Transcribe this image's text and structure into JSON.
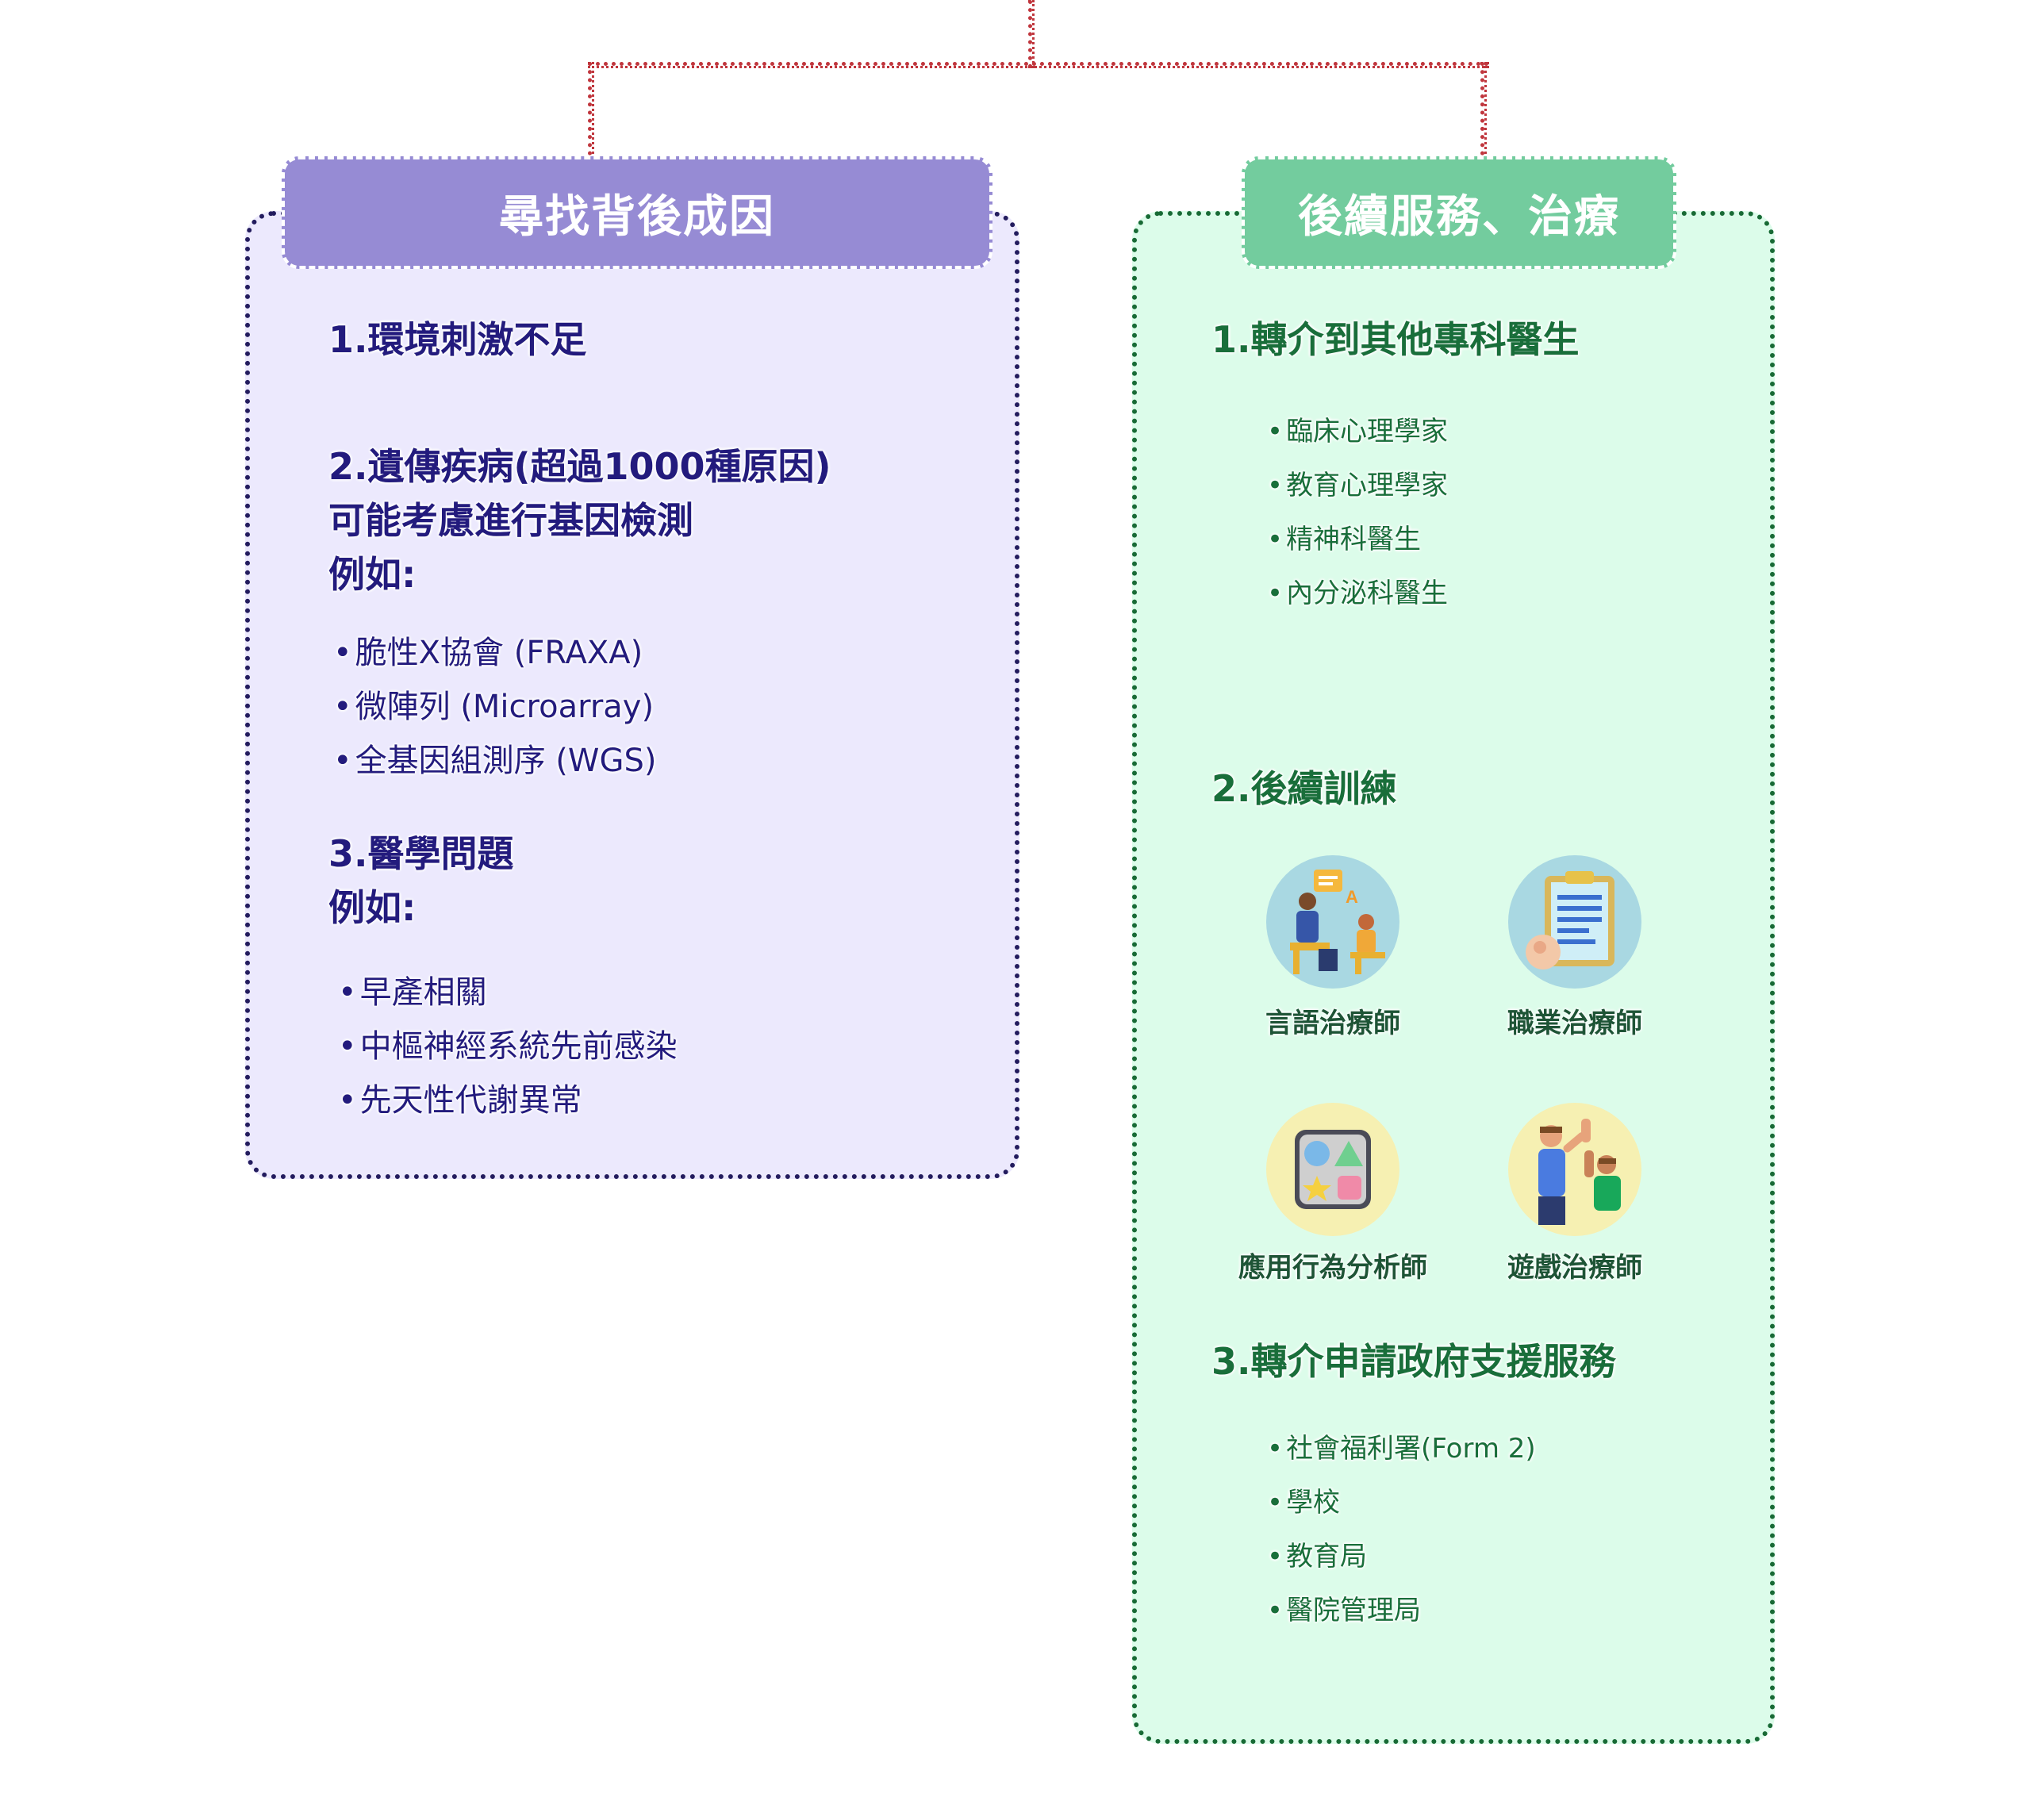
{
  "left": {
    "header": "尋找背後成因",
    "item1": "1.環境刺激不足",
    "item2_line1": "2.遺傳疾病(超過1000種原因)",
    "item2_line2": "可能考慮進行基因檢測",
    "item2_line3": "例如:",
    "item2_bullets": [
      "脆性X協會 (FRAXA)",
      "微陣列 (Microarray)",
      "全基因組測序 (WGS)"
    ],
    "item3_line1": "3.醫學問題",
    "item3_line2": "例如:",
    "item3_bullets": [
      "早產相關",
      "中樞神經系統先前感染",
      "先天性代謝異常"
    ]
  },
  "right": {
    "header": "後續服務、治療",
    "item1": "1.轉介到其他專科醫生",
    "item1_bullets": [
      "臨床心理學家",
      "教育心理學家",
      "精神科醫生",
      "內分泌科醫生"
    ],
    "item2": "2.後續訓練",
    "therapists": [
      {
        "label": "言語治療師",
        "icon": "speech-therapy-icon"
      },
      {
        "label": "職業治療師",
        "icon": "clipboard-icon"
      },
      {
        "label": "應用行為分析師",
        "icon": "shapes-board-icon"
      },
      {
        "label": "遊戲治療師",
        "icon": "play-high-five-icon"
      }
    ],
    "item3": "3.轉介申請政府支援服務",
    "item3_bullets": [
      "社會福利署(Form 2)",
      "學校",
      "教育局",
      "醫院管理局"
    ]
  },
  "colors": {
    "left_header_bg": "#968bd4",
    "left_panel_bg": "#ece9fd",
    "left_text": "#231b7d",
    "right_header_bg": "#73cc9e",
    "right_panel_bg": "#dcfcea",
    "right_text": "#196e3a",
    "connector": "#c0363d"
  }
}
